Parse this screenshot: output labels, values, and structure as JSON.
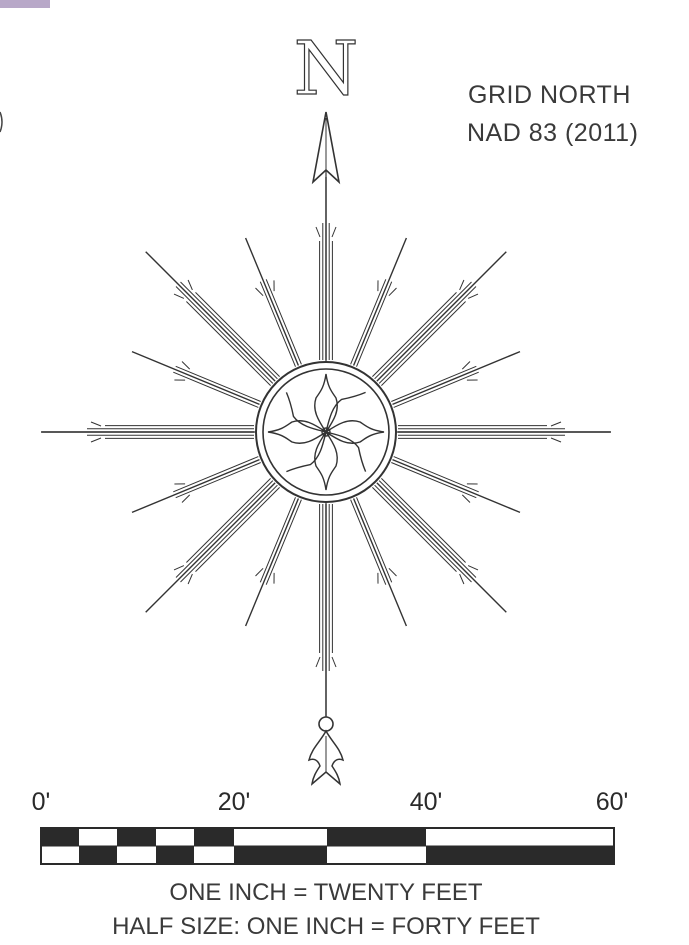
{
  "north_letter": "N",
  "grid_label": {
    "line1": "GRID NORTH",
    "line2": "NAD 83 (2011)"
  },
  "scale_bar": {
    "ticks": [
      "0'",
      "20'",
      "40'",
      "60'"
    ],
    "scale_note": "ONE INCH = TWENTY FEET",
    "half_size_note": "HALF SIZE: ONE INCH = FORTY FEET"
  },
  "colors": {
    "ink": "#333333",
    "paper": "#ffffff"
  },
  "icons": {
    "compass": "compass-rose-icon",
    "arrow": "north-arrow-icon"
  }
}
